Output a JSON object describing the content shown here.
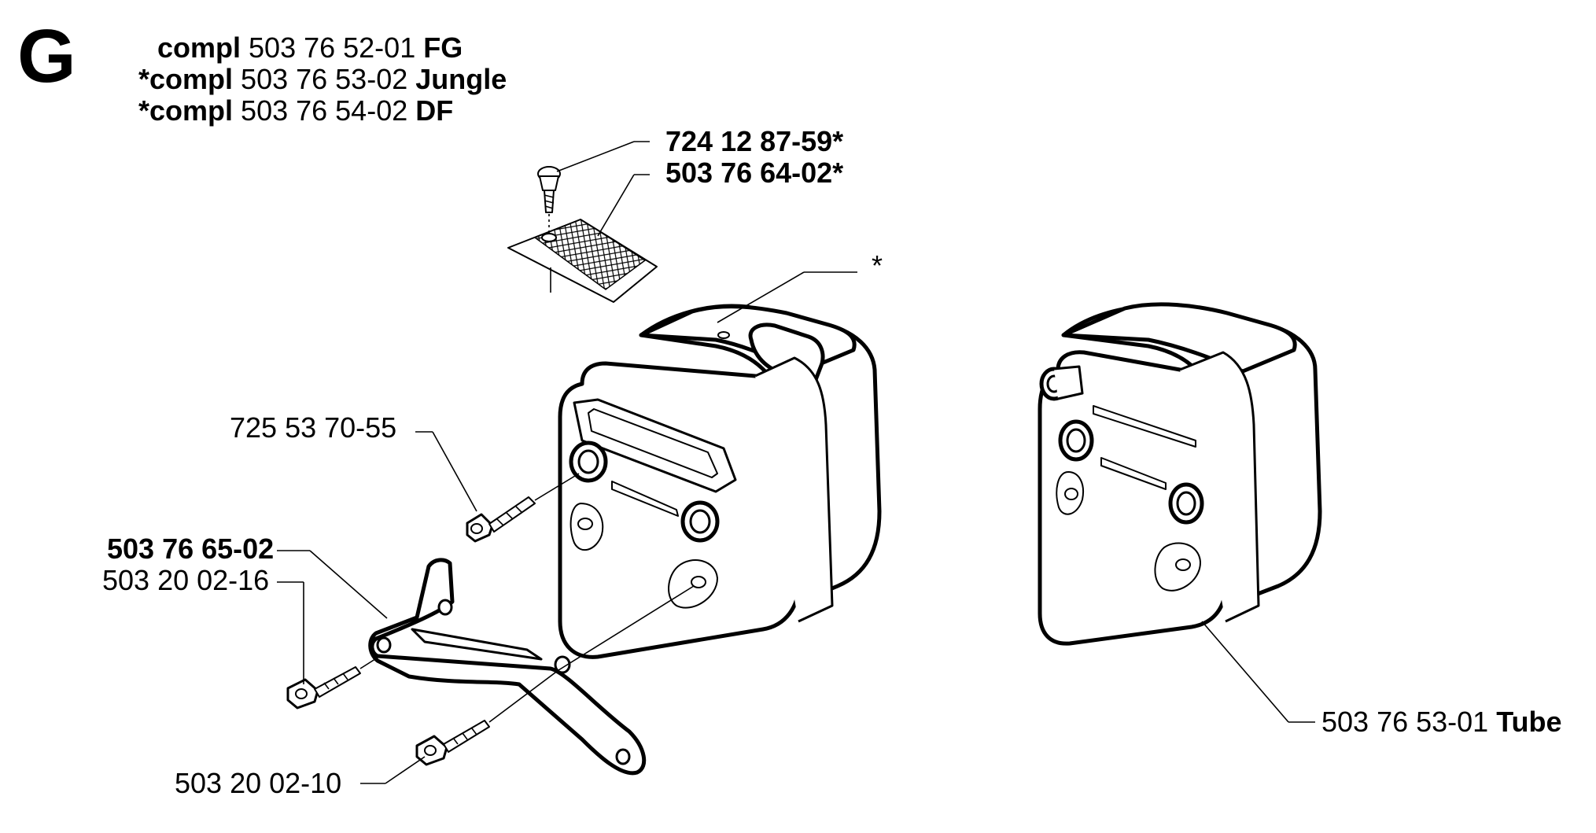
{
  "section_letter": "G",
  "header": [
    {
      "prefix": "compl",
      "number": "503 76 52-01",
      "suffix": "FG"
    },
    {
      "prefix": "*compl",
      "number": "503 76 53-02",
      "suffix": "Jungle"
    },
    {
      "prefix": "*compl",
      "number": "503 76 54-02",
      "suffix": "DF"
    }
  ],
  "callouts": {
    "screw_top": "724 12 87-59*",
    "spark_screen": "503 76 64-02*",
    "star_note": "*",
    "bolt_upper": "725 53 70-55",
    "bracket": "503 76 65-02",
    "bolt_left": "503 20 02-16",
    "bolt_lower": "503 20 02-10",
    "tube_number": "503 76 53-01",
    "tube_word": "Tube"
  }
}
